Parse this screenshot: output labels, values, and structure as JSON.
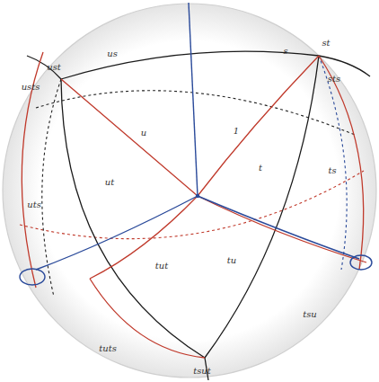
{
  "diagram": {
    "labels": [
      "ust",
      "us",
      "s",
      "st",
      "sts",
      "usts",
      "u",
      "1",
      "t",
      "ts",
      "uts",
      "ut",
      "tut",
      "tu",
      "tsu",
      "tuts",
      "tsut"
    ]
  }
}
